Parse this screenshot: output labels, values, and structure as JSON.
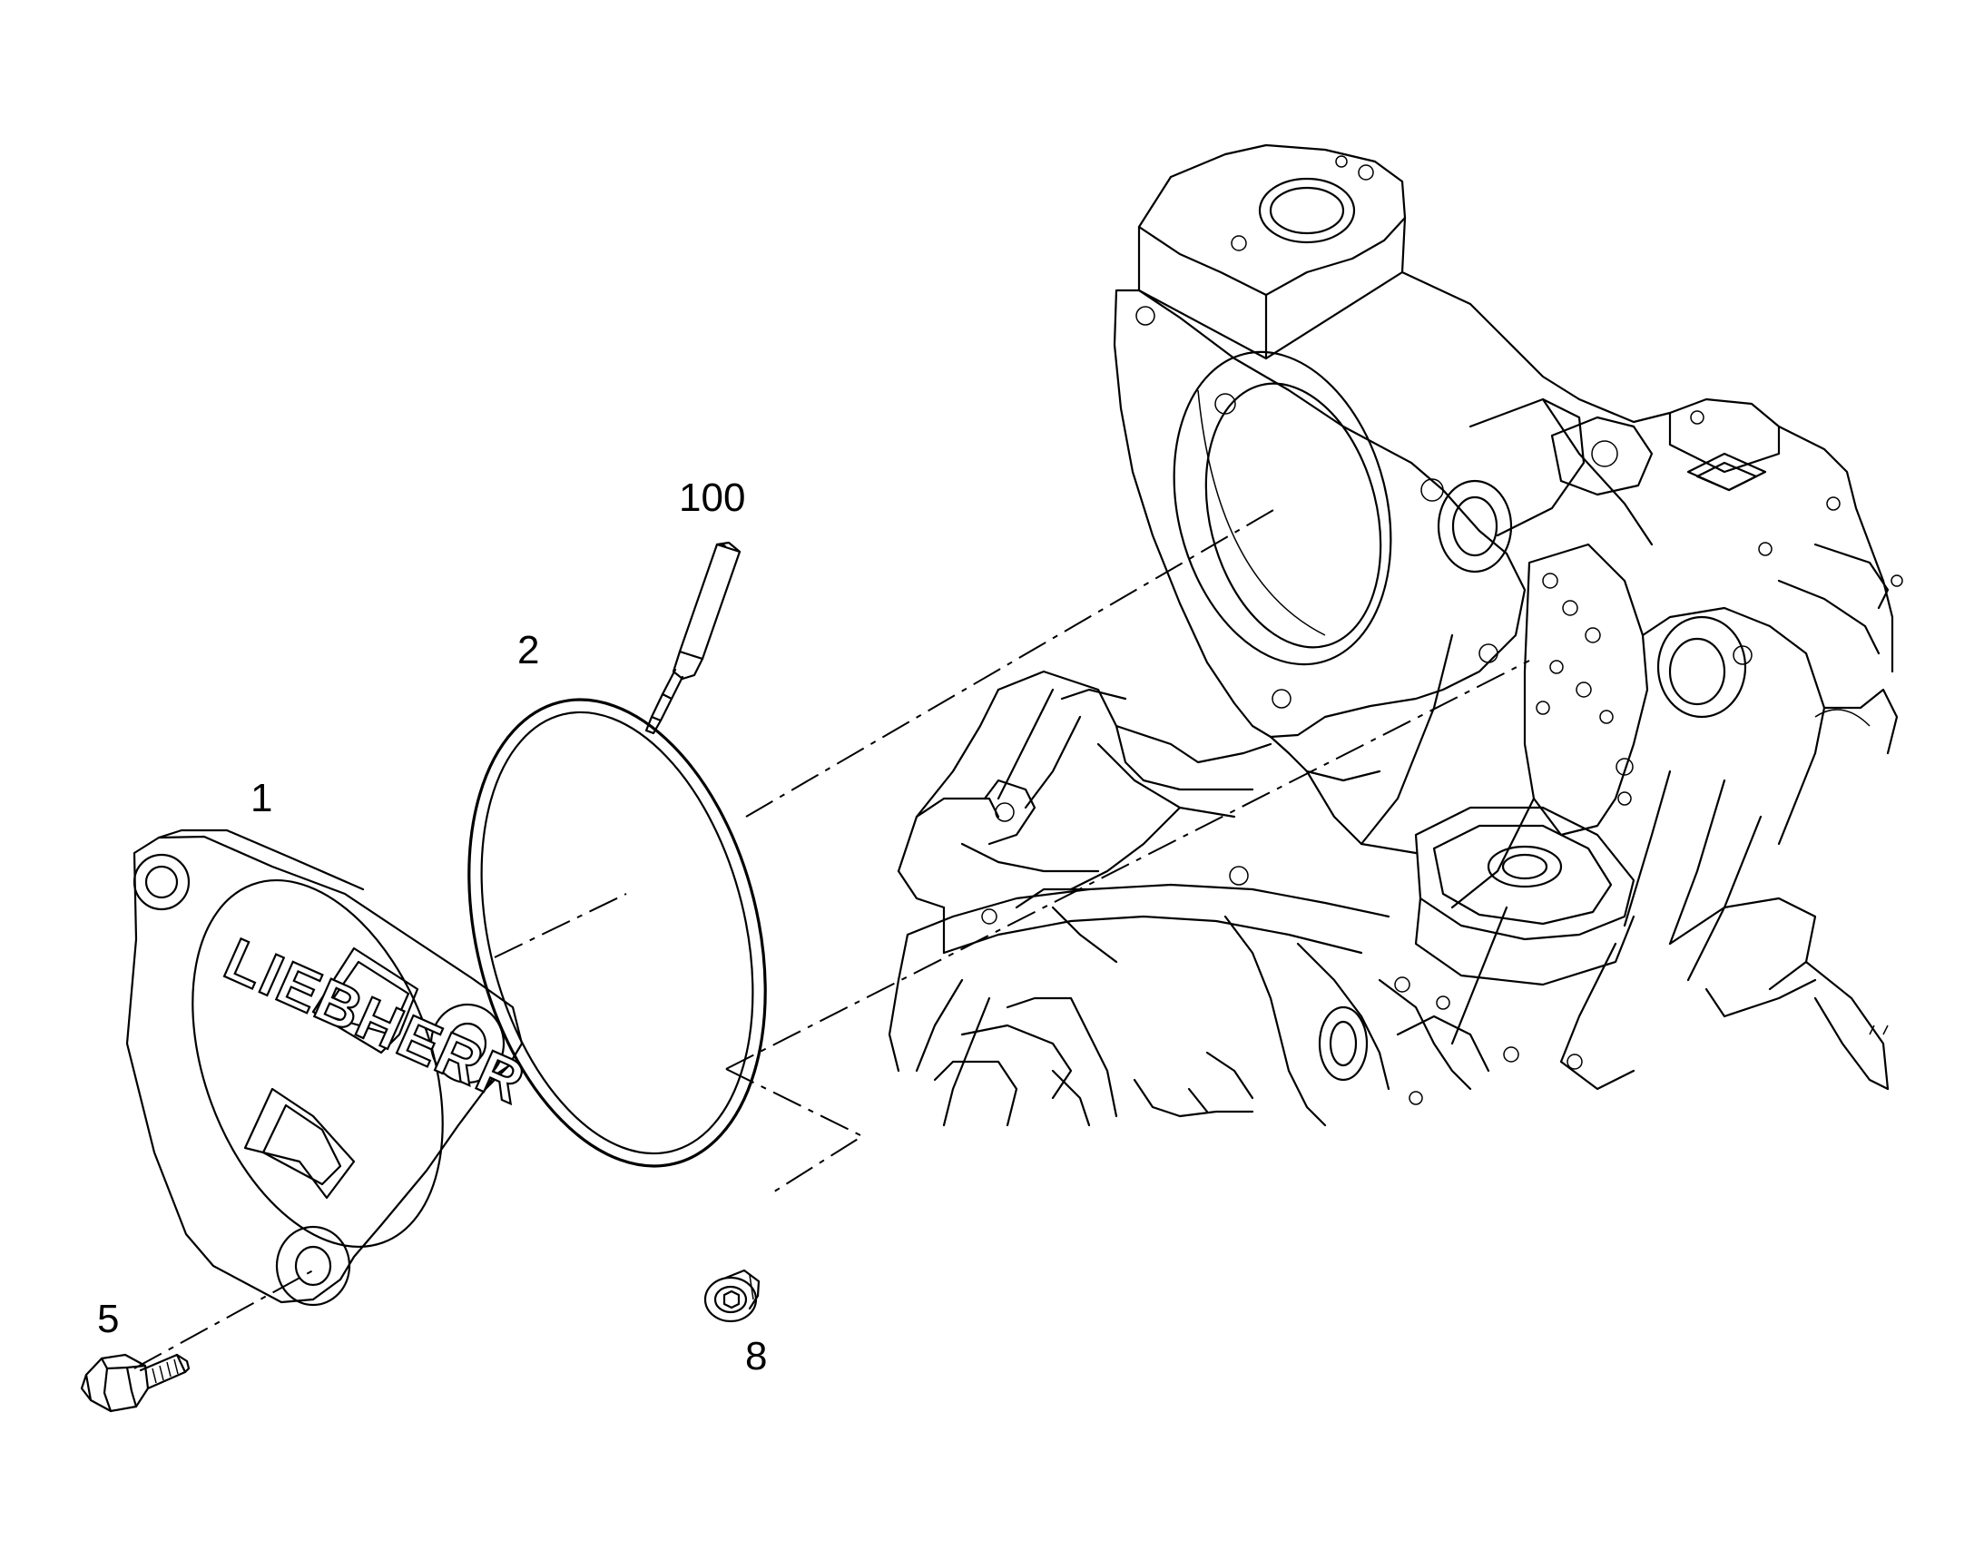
{
  "callouts": [
    {
      "id": "c1",
      "label": "1"
    },
    {
      "id": "c2",
      "label": "2"
    },
    {
      "id": "c100",
      "label": "100"
    },
    {
      "id": "c5",
      "label": "5"
    },
    {
      "id": "c8",
      "label": "8"
    }
  ],
  "cover_logo": "LIEBHERR",
  "colors": {
    "line": "#000000",
    "background": "#ffffff"
  },
  "icons": [
    "cover-plate-icon",
    "o-ring-icon",
    "sealant-tube-icon",
    "hex-bolt-icon",
    "plug-screw-icon",
    "housing-icon"
  ]
}
